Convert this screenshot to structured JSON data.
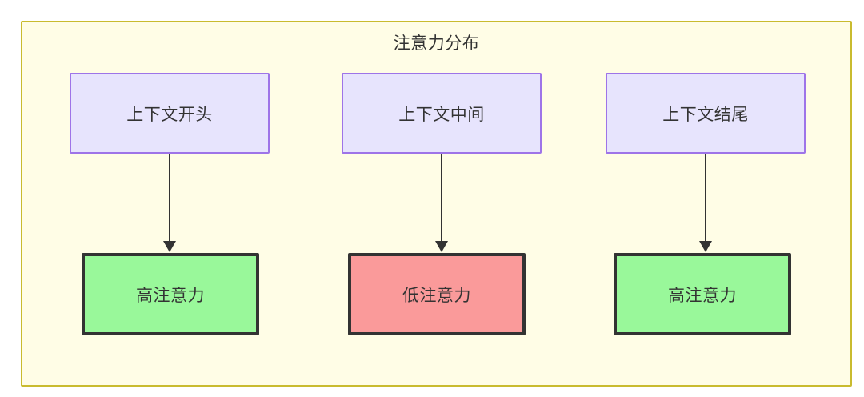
{
  "diagram": {
    "title": "注意力分布",
    "container": {
      "fill": "#fffde6",
      "border": "#c9bb2f"
    },
    "source_nodes": [
      {
        "label": "上下文开头",
        "fill": "#e7e4fd",
        "border": "#9e74e8"
      },
      {
        "label": "上下文中间",
        "fill": "#e7e4fd",
        "border": "#9e74e8"
      },
      {
        "label": "上下文结尾",
        "fill": "#e7e4fd",
        "border": "#9e74e8"
      }
    ],
    "target_nodes": [
      {
        "label": "高注意力",
        "fill": "#99f89a",
        "border": "#333333"
      },
      {
        "label": "低注意力",
        "fill": "#fa9a9a",
        "border": "#333333"
      },
      {
        "label": "高注意力",
        "fill": "#99f89a",
        "border": "#333333"
      }
    ],
    "edges": [
      {
        "from": "上下文开头",
        "to": "高注意力",
        "color": "#333333"
      },
      {
        "from": "上下文中间",
        "to": "低注意力",
        "color": "#333333"
      },
      {
        "from": "上下文结尾",
        "to": "高注意力",
        "color": "#333333"
      }
    ]
  }
}
